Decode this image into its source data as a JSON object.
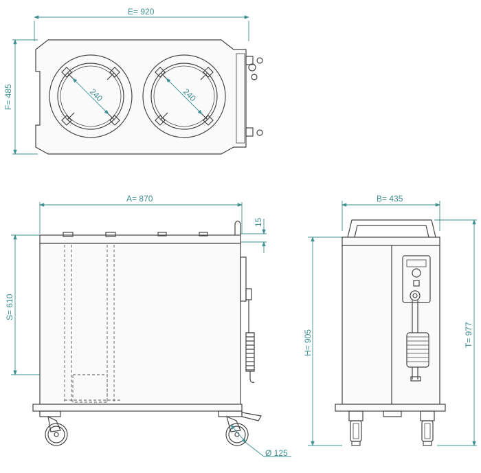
{
  "dimensions": {
    "E": "E= 920",
    "F": "F= 485",
    "plate_1": "240",
    "plate_2": "240",
    "A": "A= 870",
    "top_offset": "15",
    "S": "S= 610",
    "B": "B= 435",
    "H": "H= 905",
    "T": "T= 977",
    "wheel": "Ø 125"
  },
  "colors": {
    "dimension": "#3d8f8f",
    "line": "#444444"
  }
}
